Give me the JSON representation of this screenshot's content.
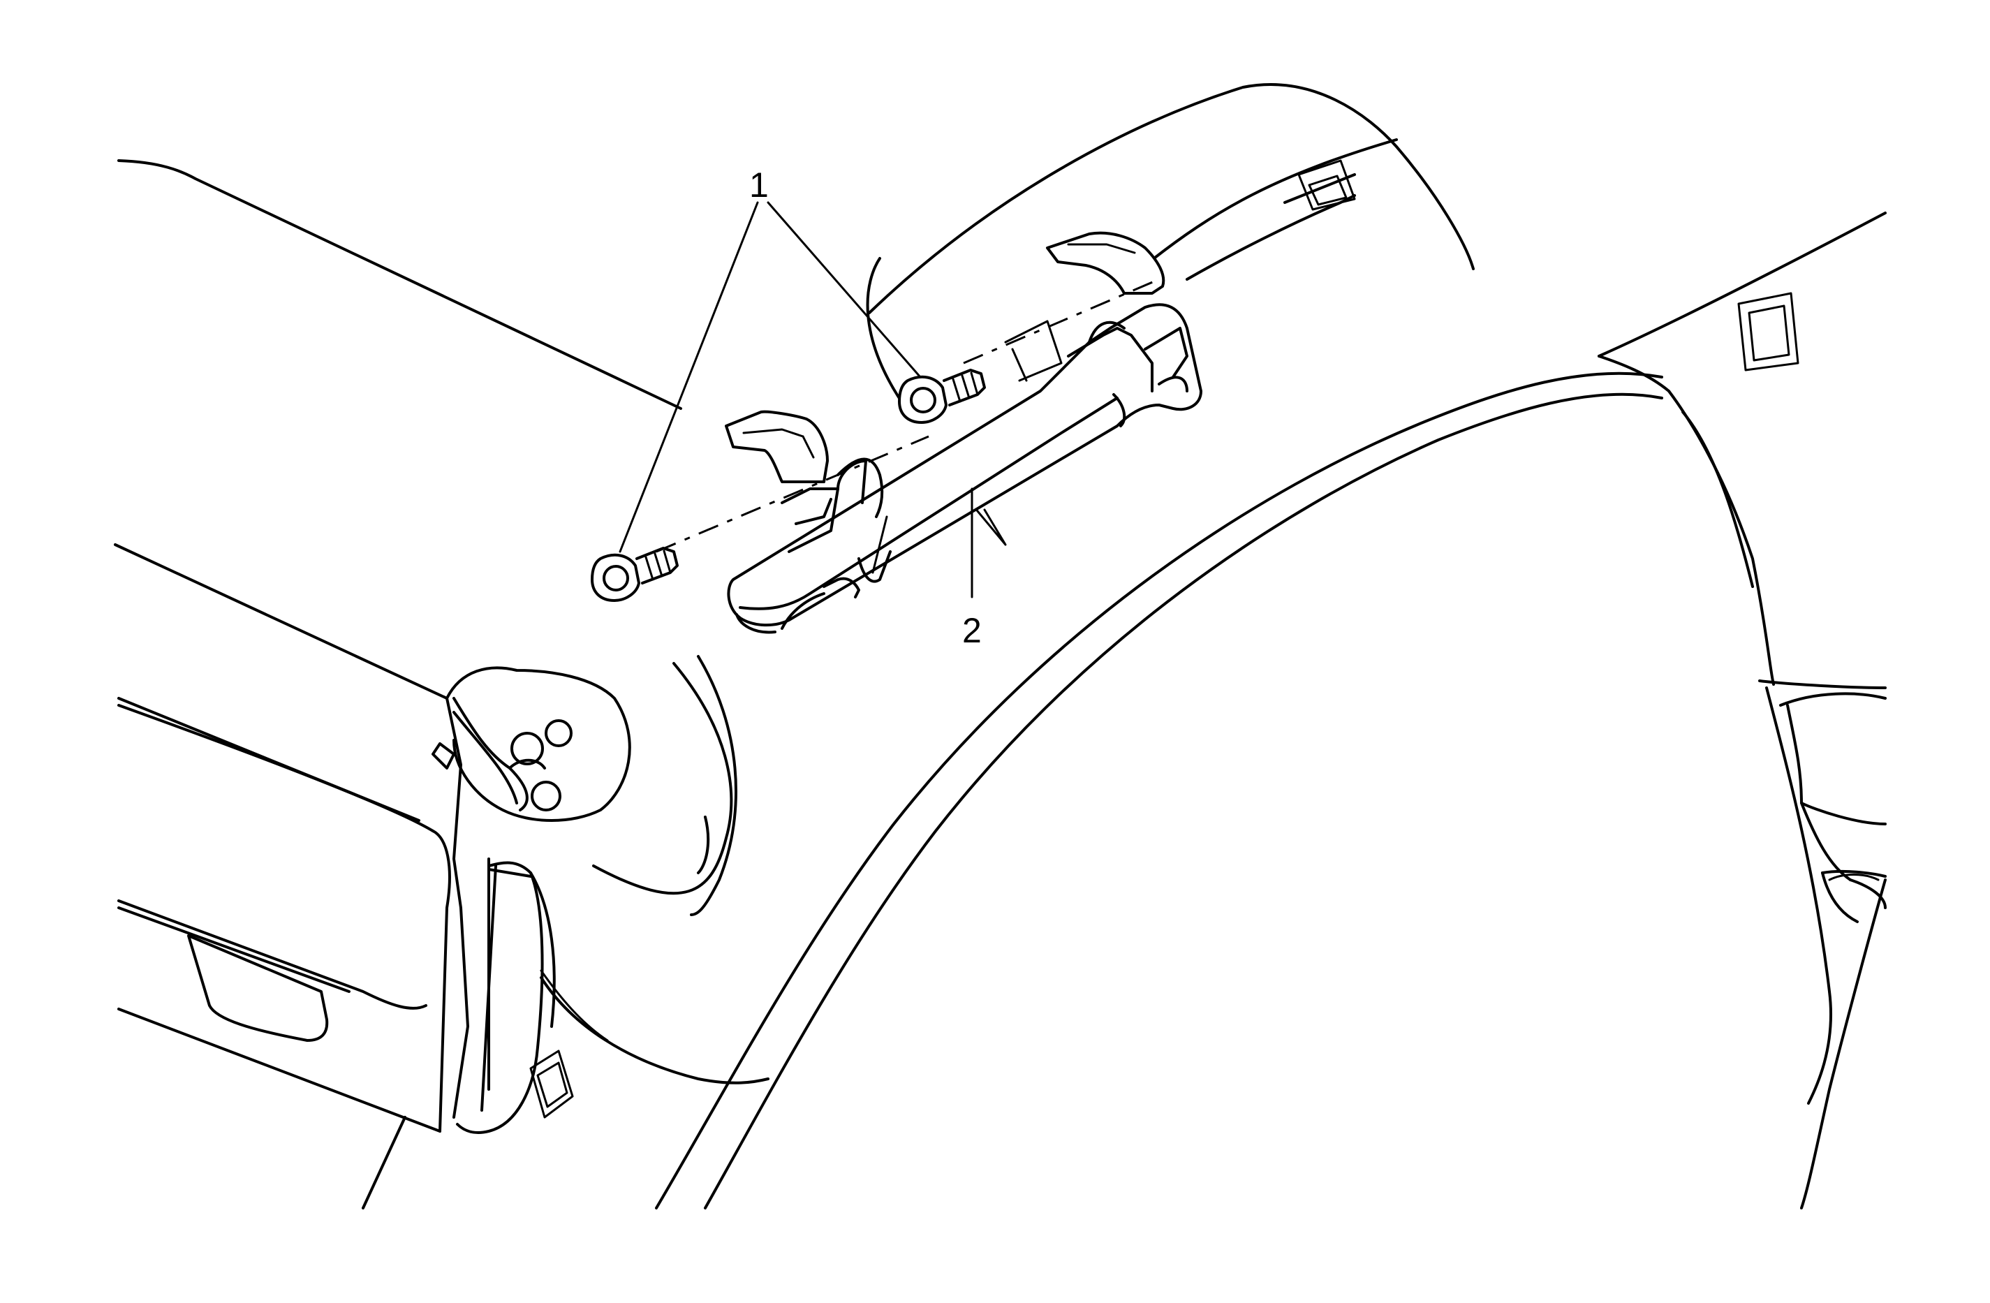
{
  "callouts": [
    {
      "id": "1",
      "label": "1",
      "part": "fastener"
    },
    {
      "id": "2",
      "label": "2",
      "part": "assist-handle"
    }
  ],
  "colors": {
    "line": "#000000",
    "background": "#ffffff"
  }
}
